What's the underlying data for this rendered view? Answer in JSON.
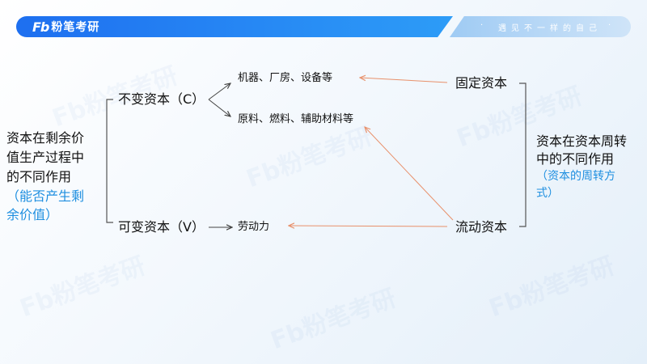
{
  "header": {
    "logo_mark": "Fb",
    "logo_text": "粉笔考研",
    "slogan": "遇见不一样的自己",
    "colors": {
      "primary": "#1e6ff0",
      "light": "#cfe4f8",
      "accent_text": "#1f8fe0",
      "arrow": "#e8906a"
    }
  },
  "watermark": "Fb粉笔考研",
  "diagram": {
    "left_root": {
      "lines": [
        "资本在剩余价",
        "值生产过程中",
        "的不同作用"
      ],
      "note_lines": [
        "（能否产生剩",
        "余价值）"
      ]
    },
    "constant_capital": "不变资本（C）",
    "variable_capital": "可变资本（V）",
    "items": {
      "machines": "机器、厂房、设备等",
      "materials": "原料、燃料、辅助材料等",
      "labor": "劳动力"
    },
    "fixed_capital": "固定资本",
    "circulating_capital": "流动资本",
    "right_root": {
      "lines": [
        "资本在资本周转",
        "中的不同作用"
      ],
      "note_lines": [
        "（资本的周转方",
        "式）"
      ]
    }
  }
}
